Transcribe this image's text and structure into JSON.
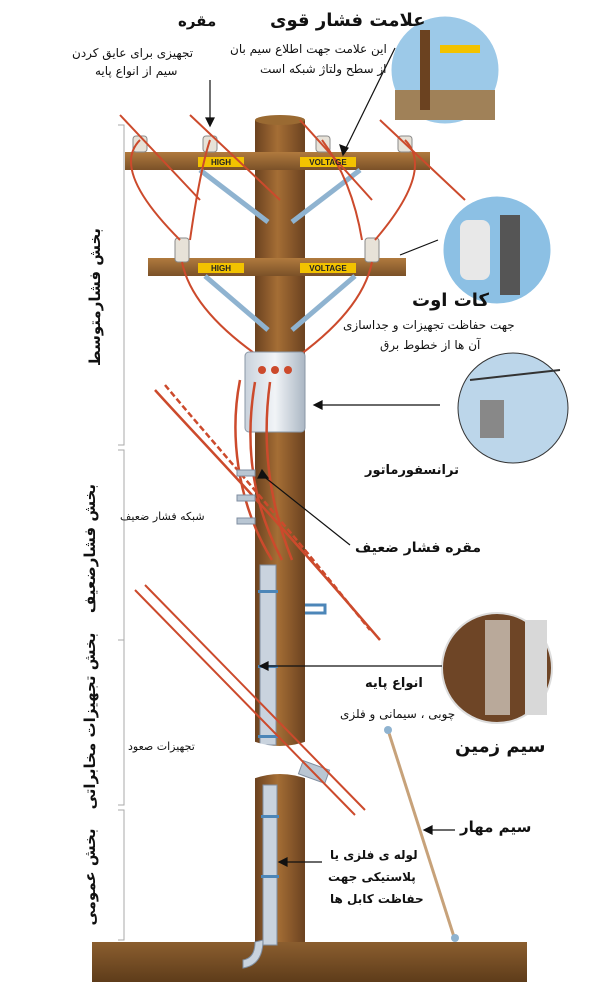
{
  "labels": {
    "insulator_title": "مقره",
    "insulator_desc_1": "تجهیزی برای عایق کردن",
    "insulator_desc_2": "سیم از انواع پایه",
    "hv_sign_title": "علامت فشار قوی",
    "hv_sign_desc_1": "این علامت جهت اطلاع سیم بان",
    "hv_sign_desc_2": "از سطح ولتاژ شبکه است",
    "cutout_title": "کات اوت",
    "cutout_desc_1": "جهت حفاظت تجهیزات و جداسازی",
    "cutout_desc_2": "آن ها از خطوط برق",
    "transformer": "ترانسفورماتور",
    "lv_network": "شبکه فشار ضعیف",
    "lv_insulator": "مقره فشار ضعیف",
    "pole_types_title": "انواع پایه",
    "pole_types_desc": "چوبی ، سیمانی و فلزی",
    "ground_wire": "سیم زمین",
    "climbing_equipment": "تجهیزات صعود",
    "guy_wire": "سیم مهار",
    "conduit_1": "لوله ی فلزی یا",
    "conduit_2": "پلاستیکی جهت",
    "conduit_3": "حفاظت کابل ها"
  },
  "sections": {
    "medium_voltage": "بخش فشارمتوسط",
    "low_voltage": "بخش فشارضعیف",
    "telecom": "بخش تجهیزات مخابراتی",
    "public": "بخش عمومی"
  },
  "crossarm_signs": {
    "upper_left": "HIGH",
    "upper_right": "VOLTAGE",
    "lower_left": "HIGH",
    "lower_right": "VOLTAGE"
  },
  "colors": {
    "pole": "#8a5a2b",
    "pole_dark": "#6b4220",
    "crossarm": "#9a6a32",
    "wire": "#c8402a",
    "brace": "#8fb3d0",
    "sign_bg": "#f2c200",
    "sky": "#9cc9e8",
    "ground": "#7a5128"
  }
}
